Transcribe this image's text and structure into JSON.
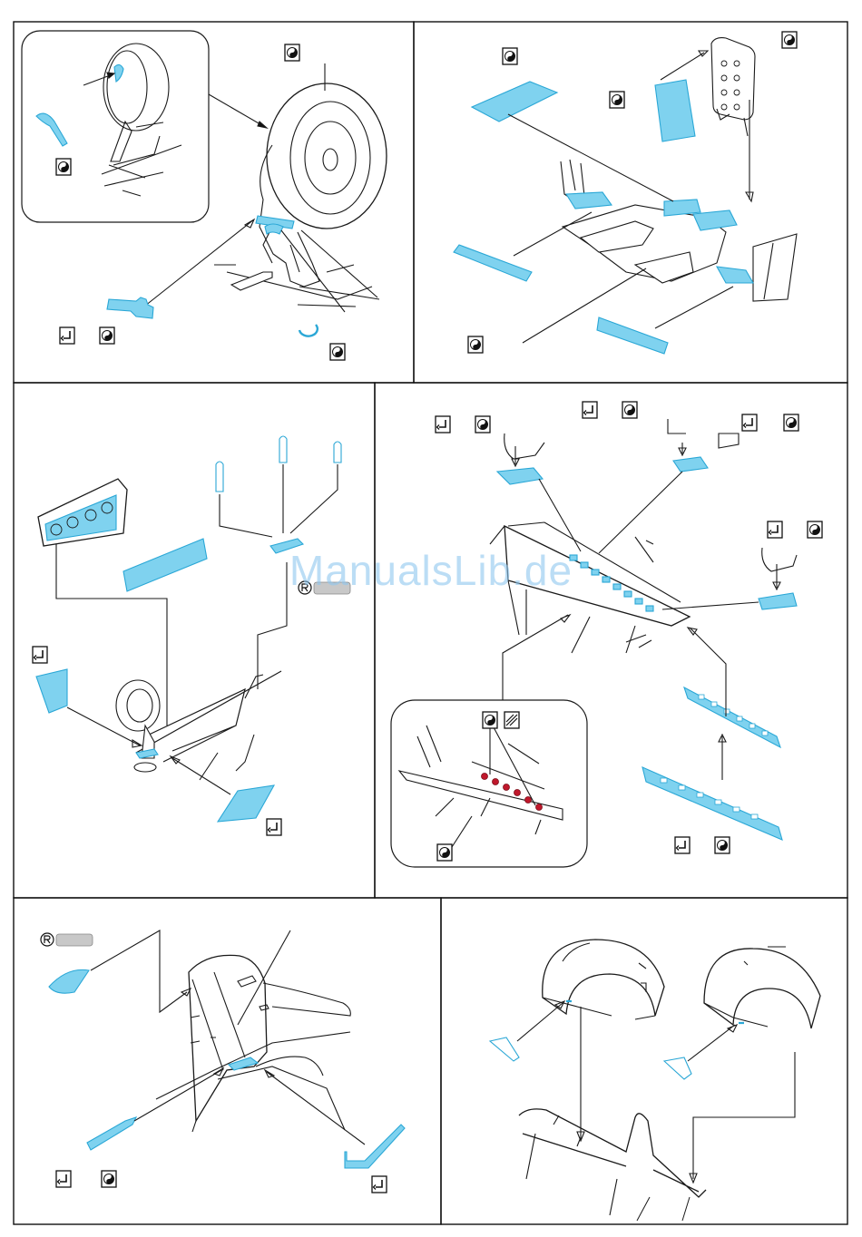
{
  "watermark": "ManualsLib.de",
  "colors": {
    "line": "#1a1a1a",
    "etch": "#7fd2ef",
    "etch_stroke": "#2aa7d6",
    "red_part": "#c0182c",
    "ref_box": "#c8c8c8"
  },
  "icons": {
    "paint": "paint-symbol-icon",
    "bend": "bend-symbol-icon",
    "texture": "texture-symbol-icon",
    "remove": "remove-plastic-icon"
  },
  "panels": [
    {
      "name": "main-gear-wheel-step"
    },
    {
      "name": "cockpit-floor-step"
    },
    {
      "name": "tailwheel-step"
    },
    {
      "name": "wing-flap-step"
    },
    {
      "name": "fin-step"
    },
    {
      "name": "canopy-step"
    }
  ]
}
